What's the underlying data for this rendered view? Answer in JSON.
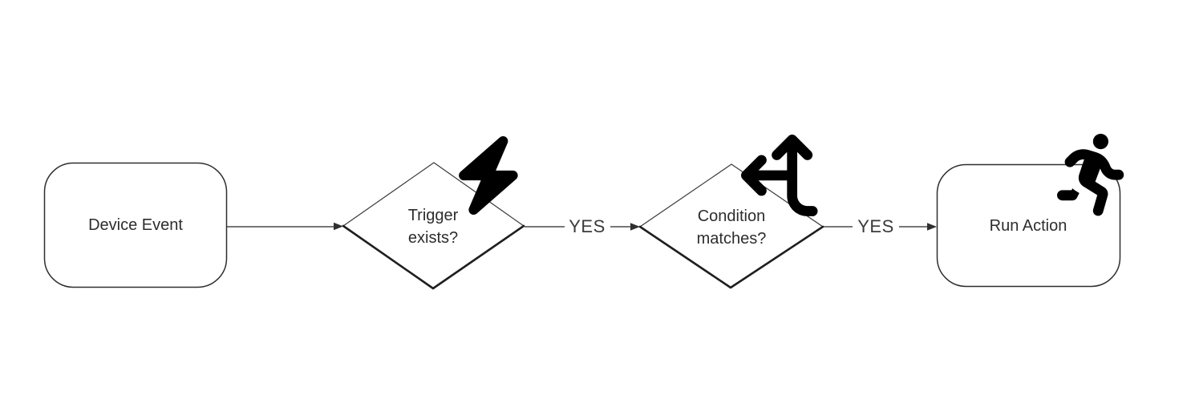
{
  "diagram": {
    "background_color": "#ffffff",
    "shape_stroke_color": "#2f2f2f",
    "connector_color": "#4a4a4a",
    "icon_color": "#000000",
    "text_color": "#2d2d2d",
    "nodes": [
      {
        "id": "device-event",
        "type": "rounded-rectangle",
        "label": "Device Event"
      },
      {
        "id": "trigger-exists",
        "type": "decision-diamond",
        "label": "Trigger exists?",
        "icon": "bolt-icon"
      },
      {
        "id": "condition-matches",
        "type": "decision-diamond",
        "label": "Condition matches?",
        "icon": "split-arrows-icon"
      },
      {
        "id": "run-action",
        "type": "rounded-rectangle",
        "label": "Run Action",
        "icon": "person-running-icon"
      }
    ],
    "edges": [
      {
        "from": "device-event",
        "to": "trigger-exists"
      },
      {
        "from": "trigger-exists",
        "to": "condition-matches",
        "label": "YES"
      },
      {
        "from": "condition-matches",
        "to": "run-action",
        "label": "YES"
      }
    ]
  }
}
